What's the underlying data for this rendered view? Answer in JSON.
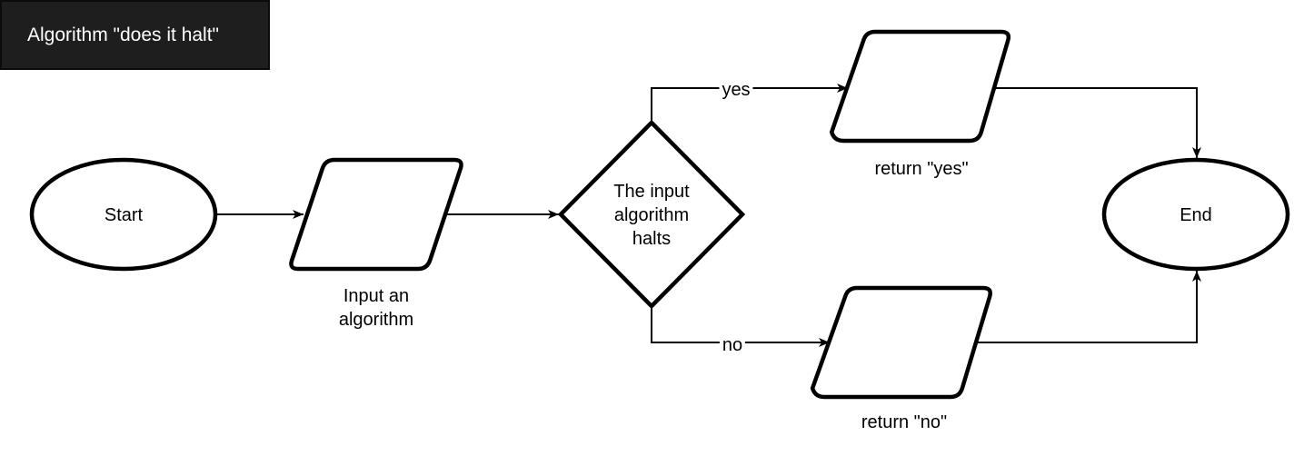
{
  "title": {
    "label": "Algorithm \"does it halt\""
  },
  "diagram_type": "flowchart",
  "nodes": {
    "start": {
      "label": "Start",
      "shape": "ellipse"
    },
    "input_algorithm": {
      "label": "Input an algorithm",
      "shape": "parallelogram"
    },
    "halts_decision": {
      "label": "The input algorithm halts",
      "shape": "diamond"
    },
    "return_yes": {
      "label": "return \"yes\"",
      "shape": "parallelogram"
    },
    "return_no": {
      "label": "return \"no\"",
      "shape": "parallelogram"
    },
    "end": {
      "label": "End",
      "shape": "ellipse"
    }
  },
  "edges": [
    {
      "from": "start",
      "to": "input_algorithm",
      "label": ""
    },
    {
      "from": "input_algorithm",
      "to": "halts_decision",
      "label": ""
    },
    {
      "from": "halts_decision",
      "to": "return_yes",
      "label": "yes"
    },
    {
      "from": "return_yes",
      "to": "end",
      "label": ""
    },
    {
      "from": "halts_decision",
      "to": "return_no",
      "label": "no"
    },
    {
      "from": "return_no",
      "to": "end",
      "label": ""
    }
  ],
  "colors": {
    "background": "#ffffff",
    "node_fill": "#ffffff",
    "node_stroke": "#000000",
    "edge_stroke": "#000000",
    "title_bg": "#1e1e1e",
    "title_text": "#ffffff"
  }
}
